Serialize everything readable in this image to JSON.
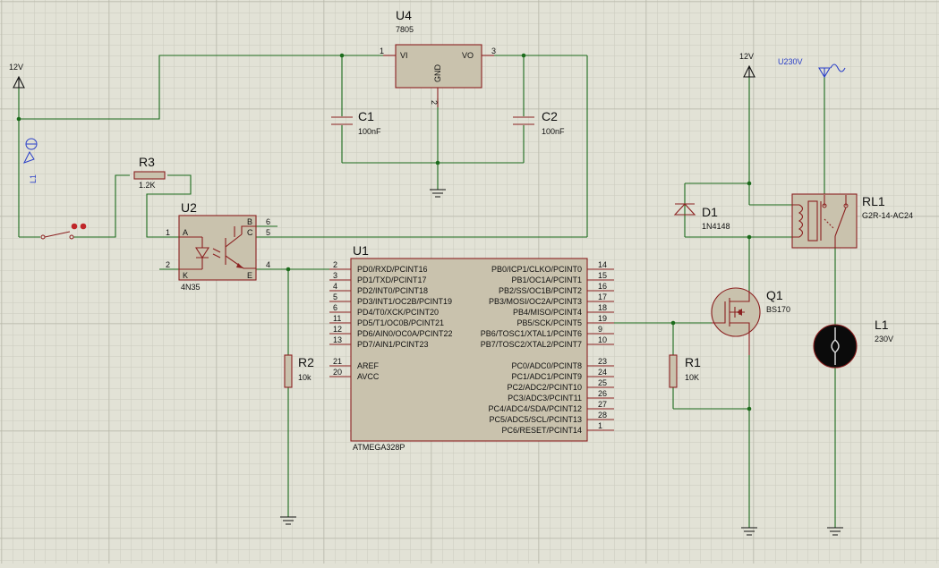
{
  "colors": {
    "background": "#e2e2d6",
    "wire": "#1c6b1c",
    "component": "#8b2020",
    "body_fill": "#c9c2ad",
    "label_blue": "#2a3fc8"
  },
  "power": {
    "left_12v": "12V",
    "right_12v": "12V",
    "mains": "U230V"
  },
  "u4": {
    "ref": "U4",
    "value": "7805",
    "pin_vi": "VI",
    "pin_vo": "VO",
    "pin_gnd": "GND",
    "num_1": "1",
    "num_2": "2",
    "num_3": "3"
  },
  "c1": {
    "ref": "C1",
    "value": "100nF"
  },
  "c2": {
    "ref": "C2",
    "value": "100nF"
  },
  "r3": {
    "ref": "R3",
    "value": "1.2K"
  },
  "l1_switch": {
    "ref": "L1"
  },
  "u2": {
    "ref": "U2",
    "value": "4N35",
    "pin_a": "A",
    "pin_k": "K",
    "pin_b": "B",
    "pin_c": "C",
    "pin_e": "E",
    "num_1": "1",
    "num_2": "2",
    "num_4": "4",
    "num_5": "5",
    "num_6": "6"
  },
  "r2": {
    "ref": "R2",
    "value": "10k"
  },
  "u1": {
    "ref": "U1",
    "value": "ATMEGA328P",
    "left_pins": [
      {
        "num": "2",
        "name": "PD0/RXD/PCINT16"
      },
      {
        "num": "3",
        "name": "PD1/TXD/PCINT17"
      },
      {
        "num": "4",
        "name": "PD2/INT0/PCINT18"
      },
      {
        "num": "5",
        "name": "PD3/INT1/OC2B/PCINT19"
      },
      {
        "num": "6",
        "name": "PD4/T0/XCK/PCINT20"
      },
      {
        "num": "11",
        "name": "PD5/T1/OC0B/PCINT21"
      },
      {
        "num": "12",
        "name": "PD6/AIN0/OC0A/PCINT22"
      },
      {
        "num": "13",
        "name": "PD7/AIN1/PCINT23"
      },
      {
        "num": "21",
        "name": "AREF"
      },
      {
        "num": "20",
        "name": "AVCC"
      }
    ],
    "right_pins": [
      {
        "num": "14",
        "name": "PB0/ICP1/CLKO/PCINT0"
      },
      {
        "num": "15",
        "name": "PB1/OC1A/PCINT1"
      },
      {
        "num": "16",
        "name": "PB2/SS/OC1B/PCINT2"
      },
      {
        "num": "17",
        "name": "PB3/MOSI/OC2A/PCINT3"
      },
      {
        "num": "18",
        "name": "PB4/MISO/PCINT4"
      },
      {
        "num": "19",
        "name": "PB5/SCK/PCINT5"
      },
      {
        "num": "9",
        "name": "PB6/TOSC1/XTAL1/PCINT6"
      },
      {
        "num": "10",
        "name": "PB7/TOSC2/XTAL2/PCINT7"
      },
      {
        "num": "23",
        "name": "PC0/ADC0/PCINT8"
      },
      {
        "num": "24",
        "name": "PC1/ADC1/PCINT9"
      },
      {
        "num": "25",
        "name": "PC2/ADC2/PCINT10"
      },
      {
        "num": "26",
        "name": "PC3/ADC3/PCINT11"
      },
      {
        "num": "27",
        "name": "PC4/ADC4/SDA/PCINT12"
      },
      {
        "num": "28",
        "name": "PC5/ADC5/SCL/PCINT13"
      },
      {
        "num": "1",
        "name": "PC6/RESET/PCINT14"
      }
    ]
  },
  "d1": {
    "ref": "D1",
    "value": "1N4148"
  },
  "rl1": {
    "ref": "RL1",
    "value": "G2R-14-AC24"
  },
  "q1": {
    "ref": "Q1",
    "value": "BS170"
  },
  "r1": {
    "ref": "R1",
    "value": "10K"
  },
  "lamp": {
    "ref": "L1",
    "value": "230V"
  }
}
